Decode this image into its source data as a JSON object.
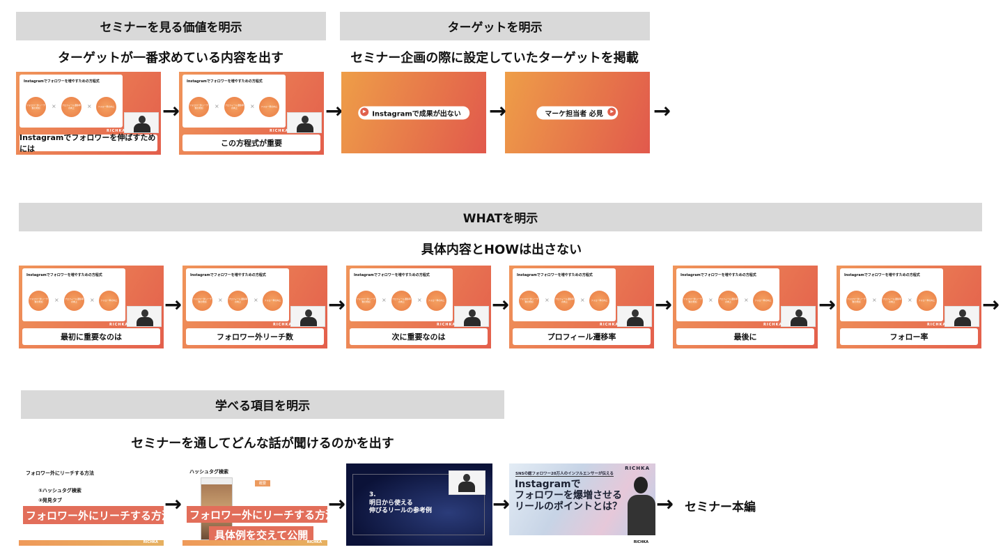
{
  "sections": [
    {
      "header": "セミナーを見る価値を明示",
      "subtitle": "ターゲットが一番求めている内容を出す"
    },
    {
      "header": "ターゲットを明示",
      "subtitle": "セミナー企画の際に設定していたターゲットを掲載"
    },
    {
      "header": "WHATを明示",
      "subtitle": "具体内容とHOWは出さない"
    },
    {
      "header": "学べる項目を明示",
      "subtitle": "セミナーを通してどんな話が聞けるのかを出す"
    }
  ],
  "slide": {
    "title": "Instagramでフォロワーを増やすための方程式",
    "circles": [
      "フォロワー外リーチ数の増加",
      "プロフィール遷移率の向上",
      "フォロー率の向上"
    ],
    "logo": "RICHKA",
    "times": "×"
  },
  "arrow": "→",
  "row1_captions": [
    "Instagramでフォロワーを伸ばすためには",
    "この方程式が重要"
  ],
  "targets": [
    "Instagramで成果が出ない",
    "マーケ担当者 必見"
  ],
  "row2_captions": [
    "最初に重要なのは",
    "フォロワー外リーチ数",
    "次に重要なのは",
    "プロフィール遷移率",
    "最後に",
    "フォロー率"
  ],
  "row3": {
    "s1": {
      "title": "フォロワー外にリーチする方法",
      "items": [
        "①ハッシュタグ検索",
        "②発見タブ"
      ],
      "band": "フォロワー外にリーチする方法 を"
    },
    "s2": {
      "title": "ハッシュタグ検索",
      "tag": "概要",
      "band1": "フォロワー外にリーチする方法を",
      "band2": "具体例を交えて公開"
    },
    "s3": {
      "num": "3.",
      "line1": "明日から使える",
      "line2": "伸びるリールの参考例"
    },
    "s4": {
      "kicker": "SNSの総フォロワー20万人のインフルエンサーが伝える",
      "line1": "Instagramで",
      "line2": "フォロワーを爆増させる",
      "line3": "リールのポイントとは？",
      "logo": "RICHKA"
    },
    "final": "セミナー本編"
  }
}
